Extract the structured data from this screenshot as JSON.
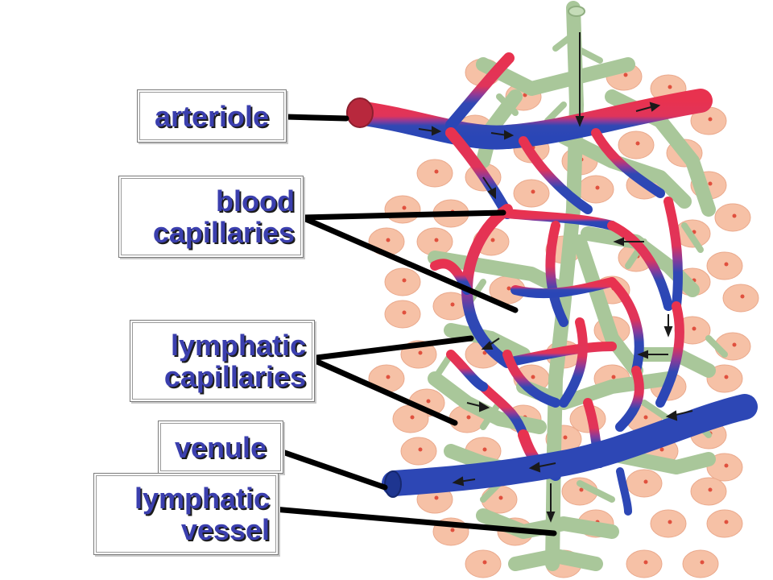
{
  "labels": {
    "arteriole": [
      "arteriole"
    ],
    "blood_capillaries": [
      "blood",
      "capillaries"
    ],
    "lymphatic_capillaries": [
      "lymphatic",
      "capillaries"
    ],
    "venule": [
      "venule"
    ],
    "lymphatic_vessel": [
      "lymphatic",
      "vessel"
    ]
  },
  "colors": {
    "label_text": "#3b3fae",
    "label_shadow": "#1c1c1c",
    "artery": "#e8324f",
    "vein": "#2f48b5",
    "lymph": "#a9c79a",
    "cell": "#f6c1a6",
    "nucleus": "#e0503e",
    "leader": "#000000"
  }
}
